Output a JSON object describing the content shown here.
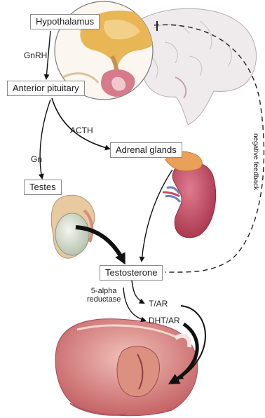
{
  "nodes": {
    "hypothalamus": "Hypothalamus",
    "anterior_pituitary": "Anterior pituitary",
    "adrenal_glands": "Adrenal glands",
    "testes": "Testes",
    "testosterone": "Testosterone"
  },
  "edges": {
    "gnrh": "GnRH",
    "acth": "ACTH",
    "gn": "Gn",
    "five_alpha_line1": "5-alpha",
    "five_alpha_line2": "reductase",
    "t_ar": "T/AR",
    "dht_ar": "DHT/AR",
    "negative_feedback": "negative feedback"
  },
  "colors": {
    "brain": "#ece8ea",
    "hypothalamus_tissue": "#e8b655",
    "pituitary": "#d67a8c",
    "kidney": "#c45068",
    "adrenal": "#eba05a",
    "prostate": "#e59a93",
    "testis": "#dde4d5",
    "arrow": "#111111"
  }
}
